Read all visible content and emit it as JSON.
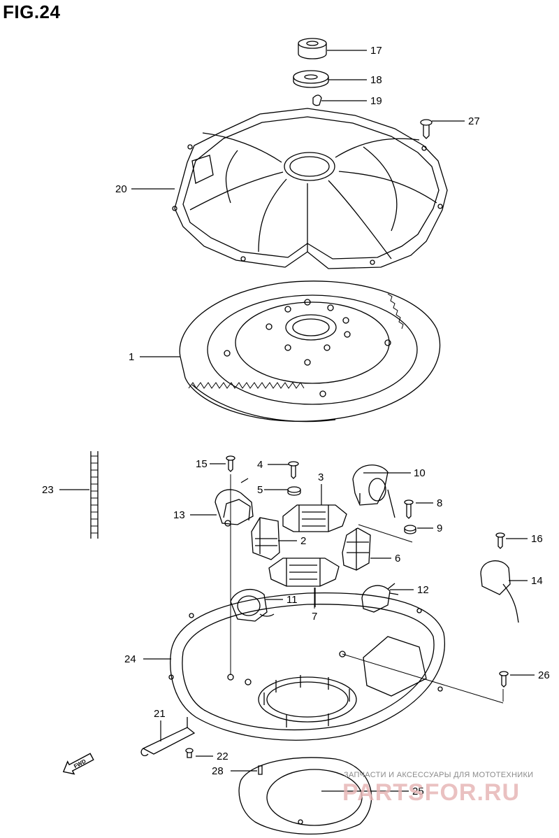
{
  "figure": {
    "title": "FIG.24"
  },
  "callouts": [
    "1",
    "2",
    "3",
    "4",
    "5",
    "6",
    "7",
    "8",
    "9",
    "10",
    "11",
    "12",
    "13",
    "14",
    "15",
    "16",
    "17",
    "18",
    "19",
    "20",
    "21",
    "22",
    "23",
    "24",
    "25",
    "26",
    "27",
    "28"
  ],
  "fwd_label": "FWD",
  "watermark": {
    "tagline": "ЗАПЧАСТИ И АКСЕССУАРЫ ДЛЯ МОТОТЕХНИКИ",
    "brand": "PARTSFOR.RU"
  },
  "colors": {
    "line": "#000000",
    "watermark": "#e7b7b7"
  }
}
